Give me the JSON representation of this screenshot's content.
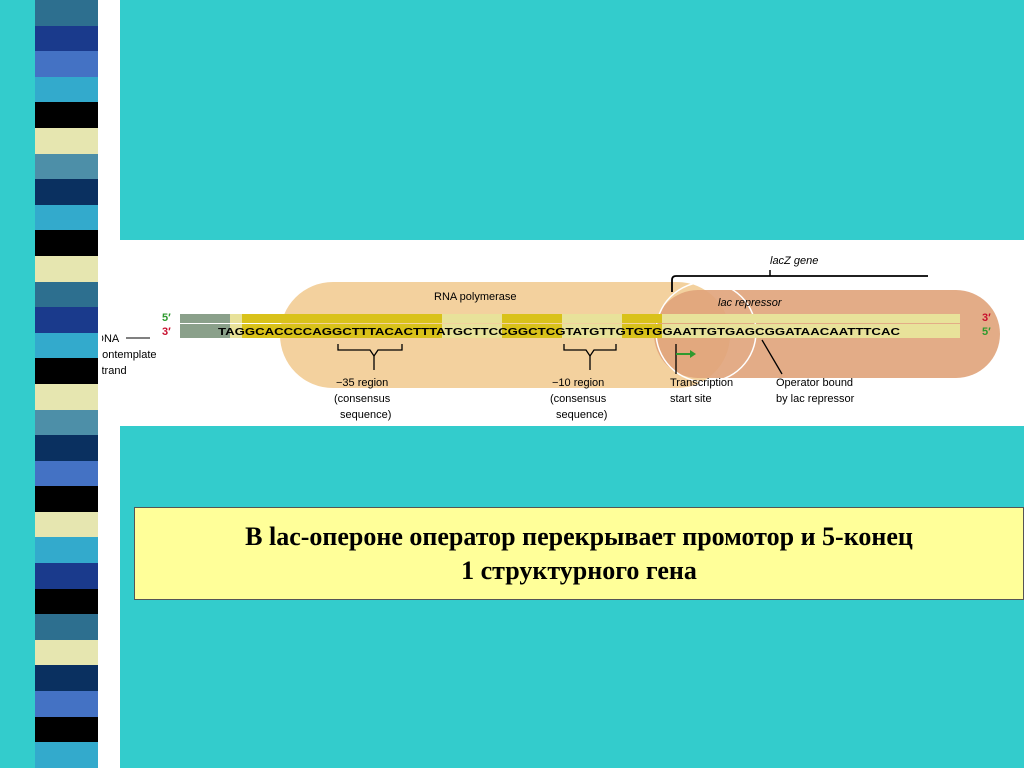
{
  "sidebar": {
    "stripe_colors": [
      "#2d6f8f",
      "#1a3a8c",
      "#4472c4",
      "#33aacc",
      "#000000",
      "#e6e6b0",
      "#4d8fa8",
      "#0a3060",
      "#33aacc",
      "#000000",
      "#e6e6b0",
      "#2d6f8f",
      "#1a3a8c",
      "#33aacc",
      "#000000",
      "#e6e6b0",
      "#4d8fa8",
      "#0a3060",
      "#4472c4",
      "#000000",
      "#e6e6b0",
      "#33aacc",
      "#1a3a8c",
      "#000000",
      "#2d6f8f",
      "#e6e6b0",
      "#0a3060",
      "#4472c4",
      "#000000",
      "#33aacc"
    ]
  },
  "diagram": {
    "lacz_label": "lacZ gene",
    "rna_polymerase_label": "RNA polymerase",
    "lac_repressor_label": "lac repressor",
    "strand_top_left": "5′",
    "strand_bottom_left": "3′",
    "strand_top_right": "3′",
    "strand_bottom_right": "5′",
    "dna_label": "DNA",
    "template_label_1": "nontemplate",
    "template_label_2": "strand",
    "sequence": "TAGGCACCCCAGGCTTTACACTTTATGCTTCCGGCTCGTATGTTGTGTGGAATTGTGAGCGGATAACAATTTCAC",
    "region35": [
      "−35 region",
      "(consensus",
      "sequence)"
    ],
    "region10": [
      "−10 region",
      "(consensus",
      "sequence)"
    ],
    "start_site": [
      "Transcription",
      "start site"
    ],
    "operator": [
      "Operator bound",
      "by lac repressor"
    ],
    "colors": {
      "polymerase": "#f3d19e",
      "repressor": "#e0a37a",
      "strand_yellow": "#d9c21a",
      "strand_pale": "#e8e29a",
      "strand_green": "#8aa08a",
      "prime_green": "#2e9a2e",
      "prime_red": "#c8102e"
    }
  },
  "caption": {
    "line1": "В lac-опероне оператор перекрывает промотор и 5-конец",
    "line2": "1 структурного гена"
  }
}
